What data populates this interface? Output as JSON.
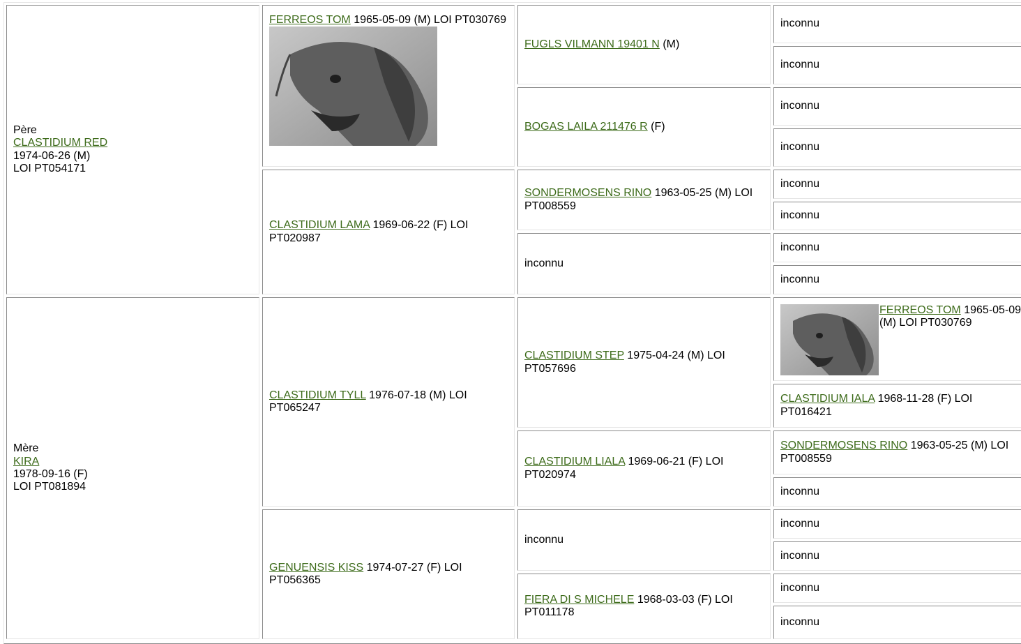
{
  "sire": {
    "role": "Père",
    "name": "CLASTIDIUM RED",
    "birth": "1974-06-26 (M)",
    "reg": "LOI PT054171",
    "sire": {
      "name": "FERREOS TOM",
      "info": "1965-05-09 (M) LOI PT030769",
      "photo": "dog-head-photo",
      "sire": {
        "name": "FUGLS VILMANN 19401 N",
        "info": "(M)",
        "sire": "inconnu",
        "dam": "inconnu"
      },
      "dam": {
        "name": "BOGAS LAILA 211476 R",
        "info": "(F)",
        "sire": "inconnu",
        "dam": "inconnu"
      }
    },
    "dam": {
      "name": "CLASTIDIUM LAMA",
      "info": "1969-06-22 (F) LOI PT020987",
      "sire": {
        "name": "SONDERMOSENS RINO",
        "info": "1963-05-25 (M) LOI PT008559",
        "sire": "inconnu",
        "dam": "inconnu"
      },
      "dam": {
        "unknown": "inconnu",
        "sire": "inconnu",
        "dam": "inconnu"
      }
    }
  },
  "dam": {
    "role": "Mère",
    "name": "KIRA",
    "birth": "1978-09-16 (F)",
    "reg": "LOI PT081894",
    "sire": {
      "name": "CLASTIDIUM TYLL",
      "info": "1976-07-18 (M) LOI PT065247",
      "sire": {
        "name": "CLASTIDIUM STEP",
        "info": "1975-04-24 (M) LOI PT057696",
        "sire": {
          "name": "FERREOS TOM",
          "info": "1965-05-09 (M) LOI PT030769",
          "photo": "dog-head-photo"
        },
        "dam": {
          "name": "CLASTIDIUM IALA",
          "info": "1968-11-28 (F) LOI PT016421"
        }
      },
      "dam": {
        "name": "CLASTIDIUM LIALA",
        "info": "1969-06-21 (F) LOI PT020974",
        "sire": {
          "name": "SONDERMOSENS RINO",
          "info": "1963-05-25 (M) LOI PT008559"
        },
        "dam": "inconnu"
      }
    },
    "dam": {
      "name": "GENUENSIS KISS",
      "info": "1974-07-27 (F) LOI PT056365",
      "sire": {
        "unknown": "inconnu",
        "sire": "inconnu",
        "dam": "inconnu"
      },
      "dam": {
        "name": "FIERA DI S MICHELE",
        "info": "1968-03-03 (F) LOI PT011178",
        "sire": "inconnu",
        "dam": "inconnu"
      }
    }
  }
}
